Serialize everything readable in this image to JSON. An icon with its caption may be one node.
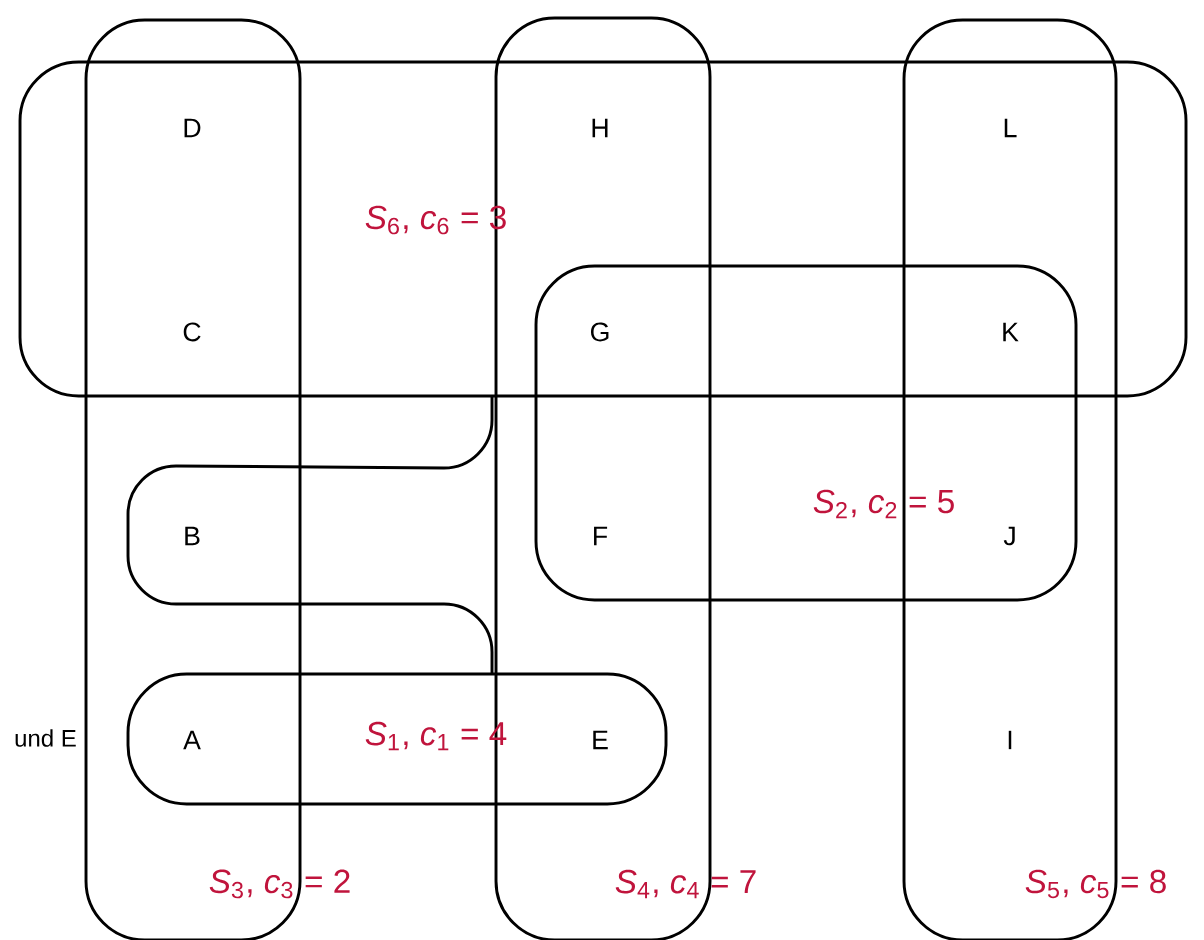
{
  "diagram": {
    "nodes": [
      {
        "text": [
          "*S*$_{3}$, *c*$_{3}$ = 2"
        ]
      },
      {
        "text": [
          "*S*$_{4}$, *c*$_{4}$ = 7"
        ]
      },
      {
        "text": [
          "*S*$_{5}$, *c*$_{5}$ = 8"
        ]
      },
      {
        "text": [
          "*S*$_{6}$, *c*$_{6}$ = 3"
        ]
      },
      {
        "text": [
          "*S*$_{2}$, *c*$_{2}$ = 5"
        ]
      },
      {
        "text": [],
        "shape": "box"
      },
      {
        "text": [
          "*S*$_{1}$, *c*$_{1}$ = 4"
        ]
      }
    ],
    "labels": [
      "D",
      "H",
      "L",
      "C",
      "G",
      "K",
      "B",
      "F",
      "J",
      "und E",
      "A",
      "E",
      "I"
    ]
  }
}
